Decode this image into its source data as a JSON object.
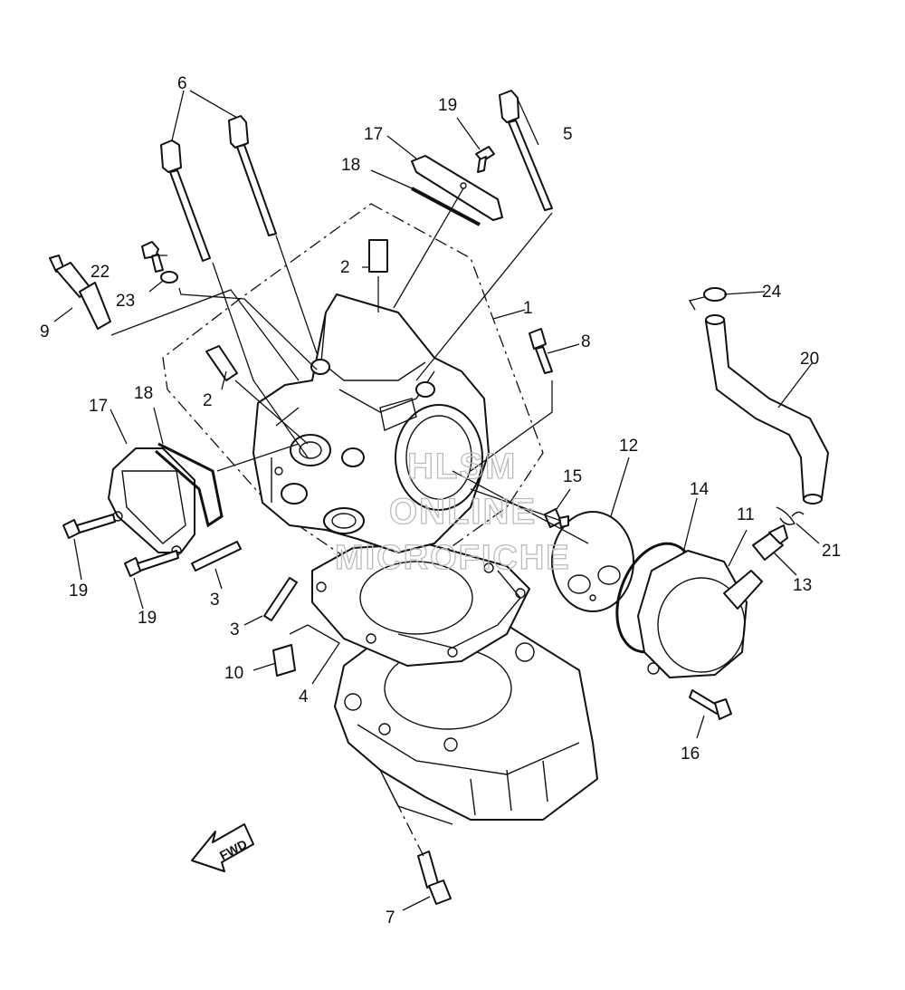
{
  "callouts": {
    "c1": "1",
    "c2a": "2",
    "c2b": "2",
    "c3a": "3",
    "c3b": "3",
    "c4": "4",
    "c5": "5",
    "c6": "6",
    "c7": "7",
    "c8": "8",
    "c9": "9",
    "c10": "10",
    "c11": "11",
    "c12": "12",
    "c13": "13",
    "c14": "14",
    "c15": "15",
    "c16": "16",
    "c17a": "17",
    "c17b": "17",
    "c18a": "18",
    "c18b": "18",
    "c19a": "19",
    "c19b": "19",
    "c19c": "19",
    "c20": "20",
    "c21": "21",
    "c22": "22",
    "c23": "23",
    "c24": "24"
  },
  "direction_label": "FWD",
  "watermark": {
    "line1": "HLSM",
    "line2": "ONLINE",
    "line3": "MICROFICHE"
  }
}
